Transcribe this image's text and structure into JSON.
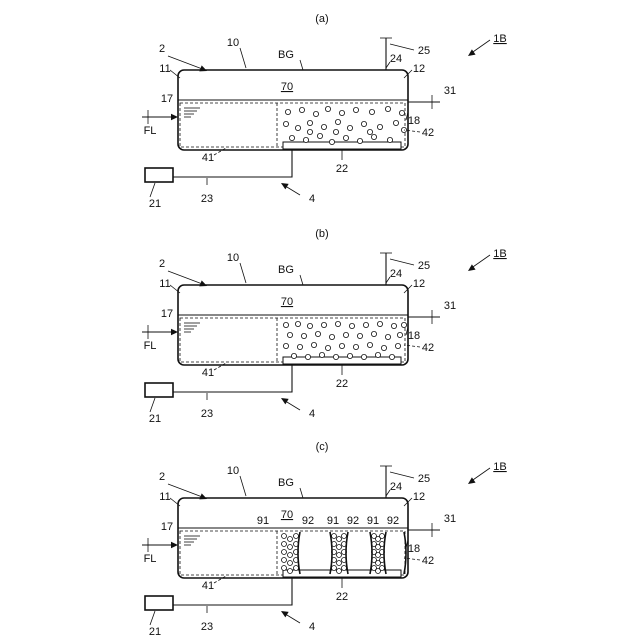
{
  "panels": [
    {
      "caption": "(a)",
      "labels": {
        "n2": "2",
        "n10": "10",
        "bg": "BG",
        "n25": "25",
        "n1b": "1B",
        "n24": "24",
        "n11": "11",
        "n12": "12",
        "n70": "70",
        "n31": "31",
        "n17": "17",
        "fl": "FL",
        "n18": "18",
        "n42": "42",
        "n41": "41",
        "n22": "22",
        "n21": "21",
        "n23": "23",
        "n4": "4"
      }
    },
    {
      "caption": "(b)",
      "labels": {
        "n2": "2",
        "n10": "10",
        "bg": "BG",
        "n25": "25",
        "n1b": "1B",
        "n24": "24",
        "n11": "11",
        "n12": "12",
        "n70": "70",
        "n31": "31",
        "n17": "17",
        "fl": "FL",
        "n18": "18",
        "n42": "42",
        "n41": "41",
        "n22": "22",
        "n21": "21",
        "n23": "23",
        "n4": "4"
      }
    },
    {
      "caption": "(c)",
      "labels": {
        "n2": "2",
        "n10": "10",
        "bg": "BG",
        "n25": "25",
        "n1b": "1B",
        "n24": "24",
        "n11": "11",
        "n12": "12",
        "n70": "70",
        "n31": "31",
        "n17": "17",
        "fl": "FL",
        "n18": "18",
        "n42": "42",
        "n41": "41",
        "n22": "22",
        "n21": "21",
        "n23": "23",
        "n4": "4",
        "n91a": "91",
        "n92a": "92",
        "n91b": "91",
        "n92b": "92",
        "n91c": "91",
        "n92c": "92"
      }
    }
  ]
}
